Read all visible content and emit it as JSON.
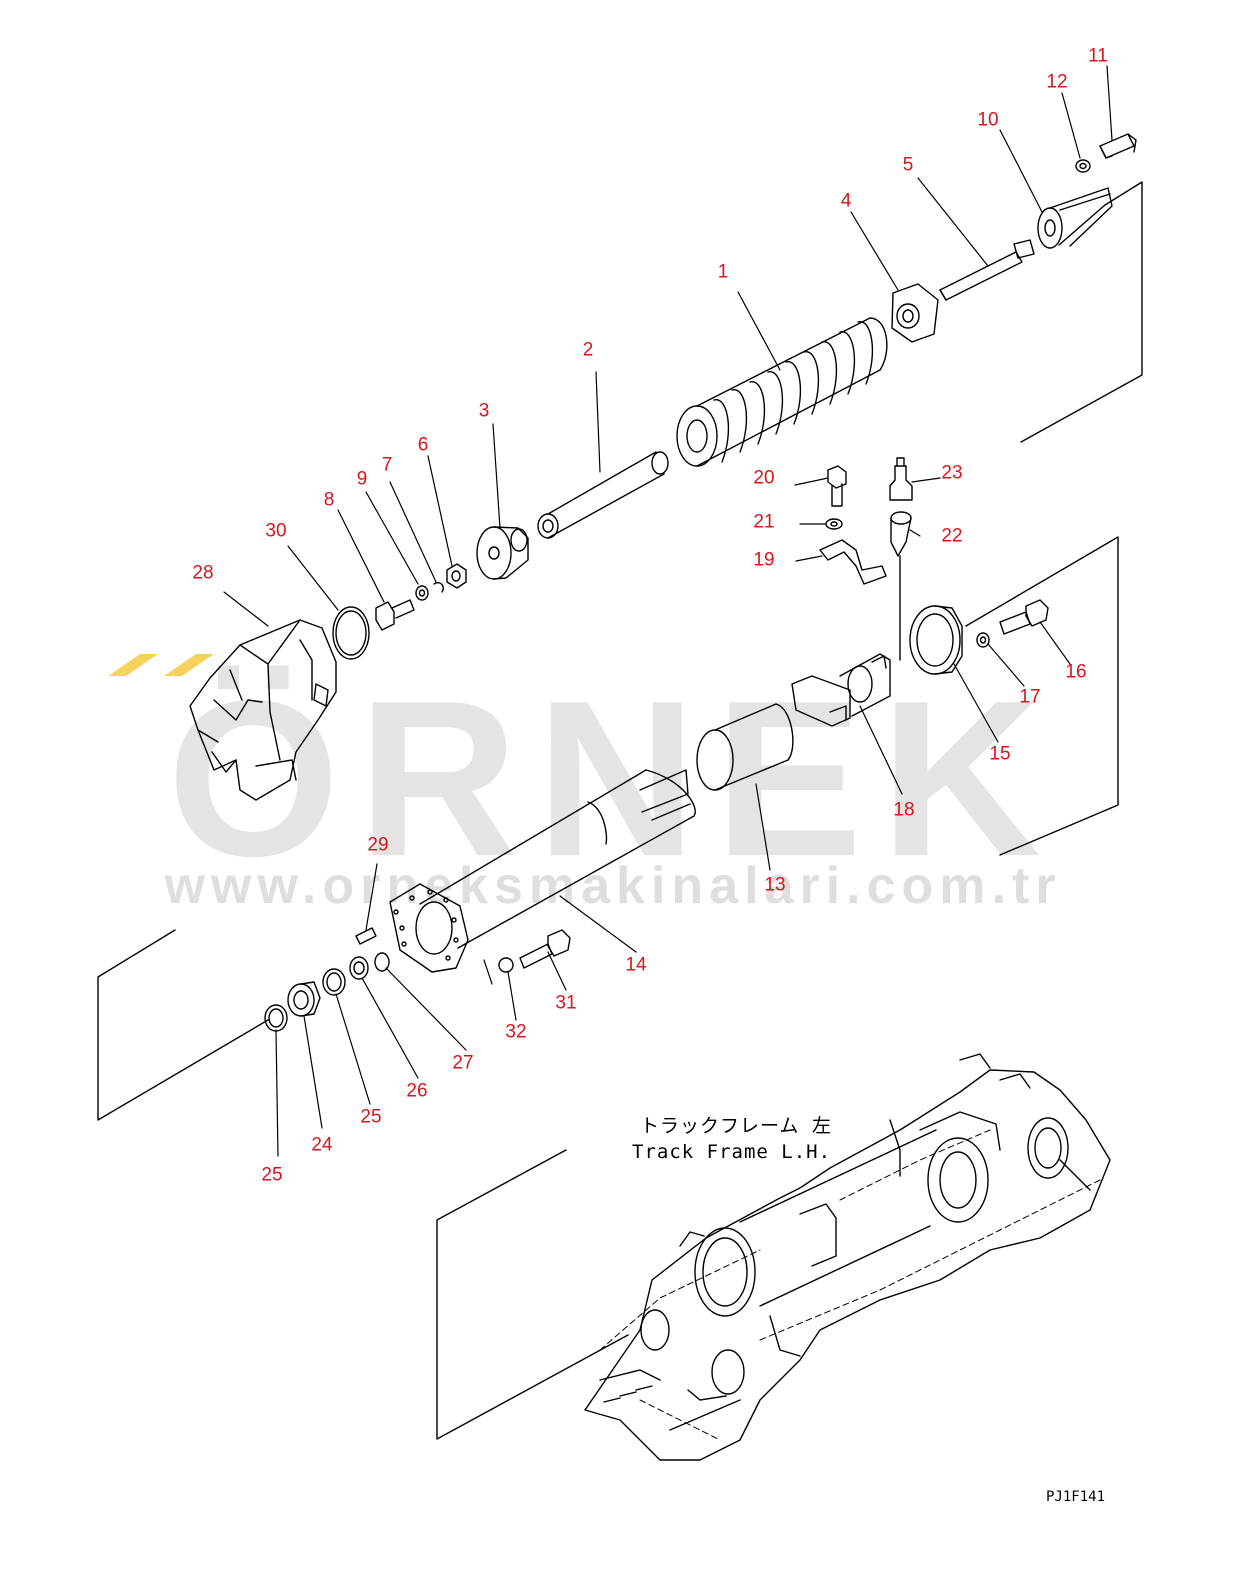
{
  "watermark": {
    "logo_text": "ÖRNEK",
    "url_text": "www.orneksmakinalari.com.tr",
    "accent_color": "#f3cb3f",
    "text_color": "#bfbfbf"
  },
  "callout_color": "#d6161c",
  "callouts": [
    "1",
    "2",
    "3",
    "4",
    "5",
    "6",
    "7",
    "8",
    "9",
    "10",
    "11",
    "12",
    "13",
    "14",
    "15",
    "16",
    "17",
    "18",
    "19",
    "20",
    "21",
    "22",
    "23",
    "24",
    "25",
    "25",
    "26",
    "27",
    "28",
    "29",
    "30",
    "31",
    "32"
  ],
  "frame_label": {
    "japanese": "トラックフレーム 左",
    "english": "Track Frame L.H."
  },
  "drawing_code": "PJ1F141"
}
